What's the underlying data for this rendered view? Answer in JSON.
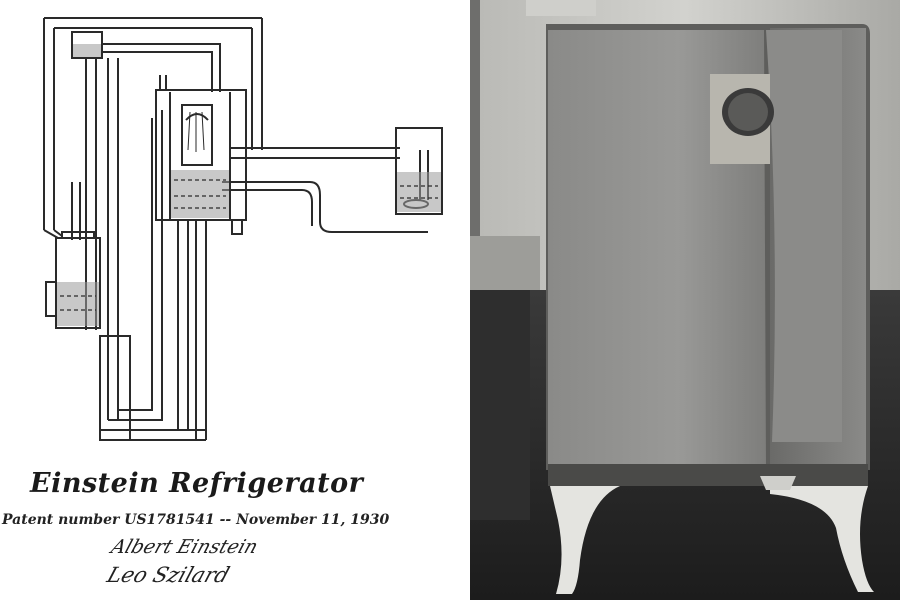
{
  "caption": {
    "title": "Einstein Refrigerator",
    "patent_line": "Patent number US1781541 -- November 11, 1930"
  },
  "signatures": {
    "first": "Albert Einstein",
    "second": "Leo Szilard"
  },
  "colors": {
    "ink": "#2a2a2a",
    "liquid": "#9a9a9a",
    "paper": "#ffffff",
    "photo_wall": "#c9c9c5",
    "photo_cabinet": "#8e8e8c",
    "photo_floor": "#262626",
    "photo_legs": "#e4e4e0"
  }
}
